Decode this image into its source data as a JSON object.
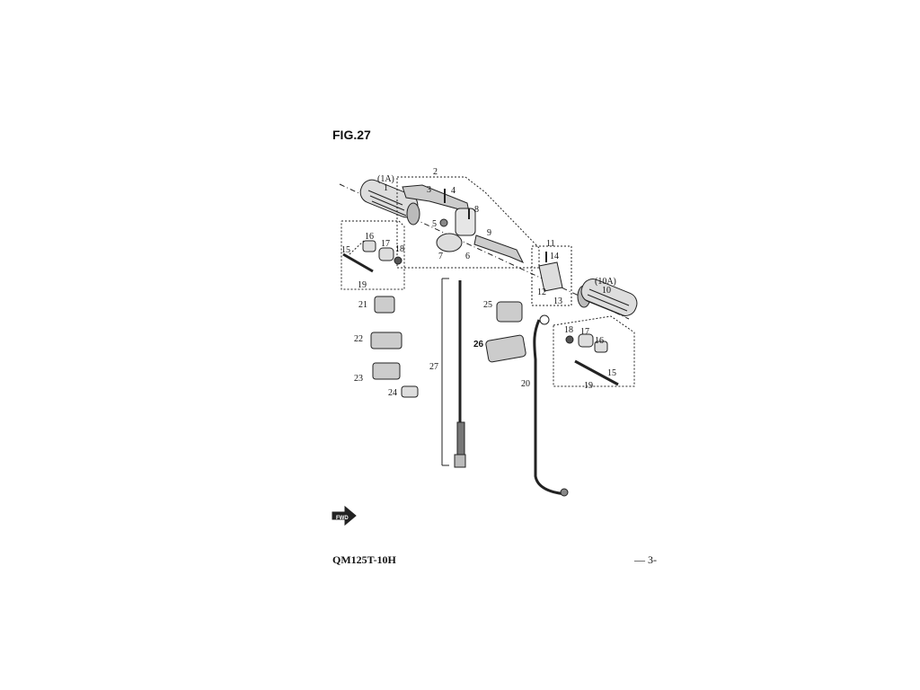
{
  "figure": {
    "title": "FIG.27"
  },
  "footer": {
    "model": "QM125T-10H",
    "page": "— 3-"
  },
  "fwd_label": "FWD",
  "parts": [
    {
      "id": "p1A",
      "text": "(1A)"
    },
    {
      "id": "p1",
      "text": "1"
    },
    {
      "id": "p2",
      "text": "2"
    },
    {
      "id": "p3",
      "text": "3"
    },
    {
      "id": "p4",
      "text": "4"
    },
    {
      "id": "p5",
      "text": "5"
    },
    {
      "id": "p6",
      "text": "6"
    },
    {
      "id": "p7",
      "text": "7"
    },
    {
      "id": "p8",
      "text": "8"
    },
    {
      "id": "p9",
      "text": "9"
    },
    {
      "id": "p10A",
      "text": "(10A)"
    },
    {
      "id": "p10",
      "text": "10"
    },
    {
      "id": "p11",
      "text": "11"
    },
    {
      "id": "p12",
      "text": "12"
    },
    {
      "id": "p13",
      "text": "13"
    },
    {
      "id": "p14",
      "text": "14"
    },
    {
      "id": "p15L",
      "text": "15"
    },
    {
      "id": "p16L",
      "text": "16"
    },
    {
      "id": "p17L",
      "text": "17"
    },
    {
      "id": "p18L",
      "text": "18"
    },
    {
      "id": "p19L",
      "text": "19"
    },
    {
      "id": "p15R",
      "text": "15"
    },
    {
      "id": "p16R",
      "text": "16"
    },
    {
      "id": "p17R",
      "text": "17"
    },
    {
      "id": "p18R",
      "text": "18"
    },
    {
      "id": "p19R",
      "text": "19"
    },
    {
      "id": "p20",
      "text": "20"
    },
    {
      "id": "p21",
      "text": "21"
    },
    {
      "id": "p22",
      "text": "22"
    },
    {
      "id": "p23",
      "text": "23"
    },
    {
      "id": "p24",
      "text": "24"
    },
    {
      "id": "p25",
      "text": "25"
    },
    {
      "id": "p26",
      "text": "26"
    },
    {
      "id": "p27",
      "text": "27"
    }
  ]
}
